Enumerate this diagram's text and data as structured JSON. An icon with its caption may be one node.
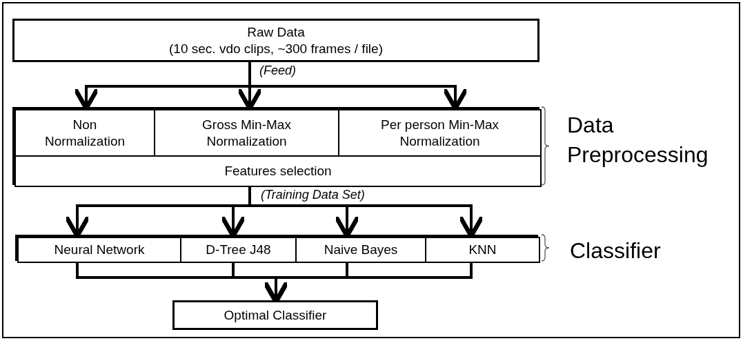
{
  "diagram": {
    "nodes": [
      {
        "text": [
          "Raw Data",
          "(10 sec. vdo clips, ~300 frames / file)"
        ]
      },
      {
        "text": [],
        "shape": "box",
        "beside": [
          "Data Preprocessing"
        ]
      },
      {
        "text": [
          "Non Normalization"
        ],
        "in": 1
      },
      {
        "text": [
          "Gross Min-Max Normalization"
        ],
        "in": 1
      },
      {
        "text": [
          "Per person Min-Max Normalization"
        ],
        "in": 1
      },
      {
        "text": [
          "Features selection"
        ],
        "in": 1
      },
      {
        "text": [],
        "shape": "box",
        "beside": [
          "Classifier"
        ]
      },
      {
        "text": [
          "Neural Network"
        ],
        "in": 6
      },
      {
        "text": [
          "D-Tree J48"
        ],
        "in": 6
      },
      {
        "text": [
          "Naive Bayes"
        ],
        "in": 6
      },
      {
        "text": [
          "KNN"
        ],
        "in": 6
      },
      {
        "text": [
          "Optimal Classifier"
        ]
      }
    ],
    "edges": [
      {
        "from": 0,
        "to": 2,
        "arrow": "to"
      },
      {
        "from": 0,
        "to": 3,
        "arrow": "to",
        "label": "(Feed)"
      },
      {
        "from": 0,
        "to": 4,
        "arrow": "to"
      },
      {
        "from": 5,
        "to": 7,
        "arrow": "to",
        "label": "(Training Data Set)"
      },
      {
        "from": 5,
        "to": 8,
        "arrow": "to"
      },
      {
        "from": 5,
        "to": 9,
        "arrow": "to"
      },
      {
        "from": 5,
        "to": 10,
        "arrow": "to"
      },
      {
        "from": 7,
        "to": 11,
        "arrow": "to"
      },
      {
        "from": 8,
        "to": 11,
        "arrow": "to"
      },
      {
        "from": 9,
        "to": 11,
        "arrow": "to"
      },
      {
        "from": 10,
        "to": 11,
        "arrow": "to"
      }
    ]
  }
}
